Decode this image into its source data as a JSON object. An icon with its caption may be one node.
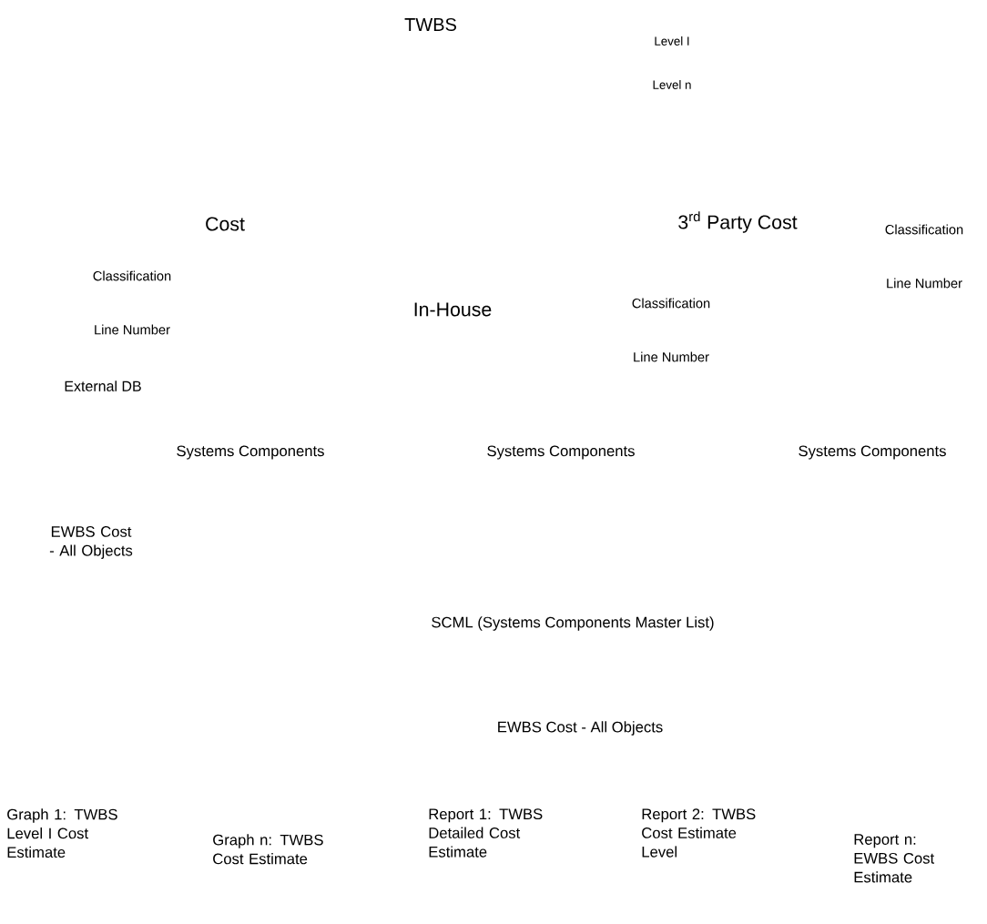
{
  "diagram": {
    "labels": [
      "TWBS",
      "Level I",
      "Level n",
      "Cost",
      "3$^{rd}$ Party Cost",
      "Classification",
      "Classification",
      "Line Number",
      "In-House",
      "Classification",
      "Line Number",
      "Line Number",
      "External DB",
      "Systems Components",
      "Systems Components",
      "Systems Components",
      "EWBS Cost - All Objects",
      "SCML (Systems Components Master List)",
      "EWBS Cost - All Objects",
      "Graph 1: TWBS Level I Cost Estimate",
      "Graph n: TWBS Cost Estimate",
      "Report 1: TWBS Detailed Cost Estimate",
      "Report 2: TWBS Cost Estimate Level",
      "Report n: EWBS Cost Estimate"
    ]
  }
}
